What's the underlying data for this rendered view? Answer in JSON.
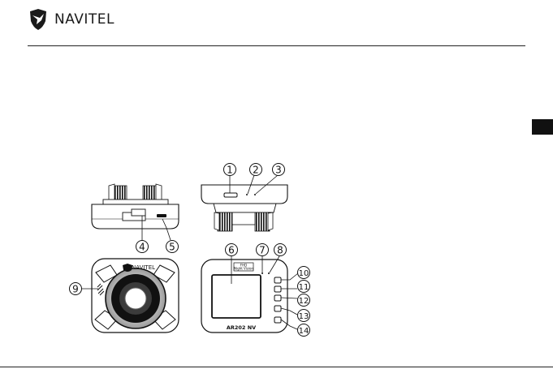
{
  "header": {
    "brand": "NAVITEL",
    "logo_icon": "navitel-bird-shield-icon"
  },
  "language_tab": {
    "label": "",
    "color": "#111111"
  },
  "diagram": {
    "device_model": "AR202 NV",
    "camera_brand": "NAVITEL",
    "screen_badge_line1": "FHD",
    "screen_badge_line2": "Night Vision",
    "callouts": [
      "1",
      "2",
      "3",
      "4",
      "5",
      "6",
      "7",
      "8",
      "9",
      "10",
      "11",
      "12",
      "13",
      "14"
    ]
  }
}
